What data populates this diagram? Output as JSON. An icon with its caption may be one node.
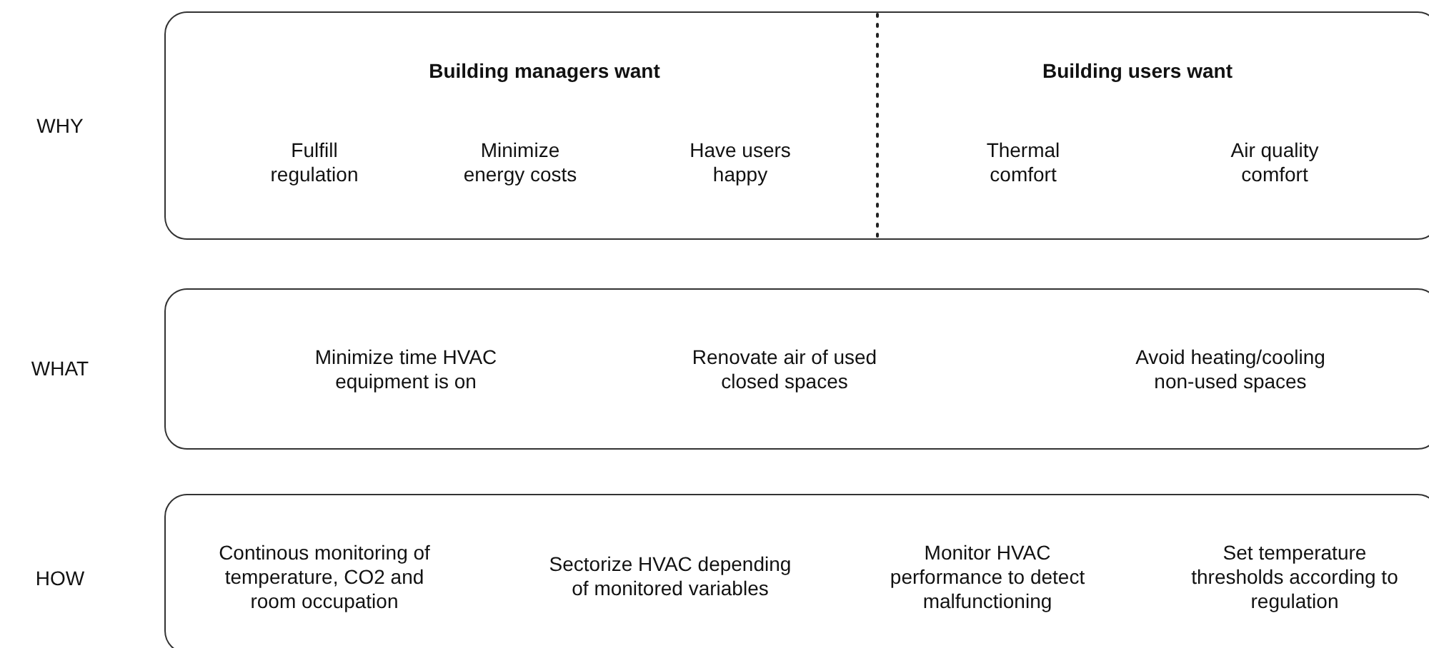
{
  "diagram": {
    "nodes": [
      {
        "text": [
          "Building managers want",
          "Fulfill regulation",
          "Minimize energy costs",
          "Have users happy",
          "Building users want",
          "Thermal comfort",
          "Air quality comfort"
        ]
      },
      {
        "text": [
          "Minimize time HVAC equipment is on",
          "Renovate air of used closed spaces",
          "Avoid heating/cooling non-used spaces"
        ]
      },
      {
        "text": [
          "Continous monitoring of temperature, CO2 and room occupation",
          "Sectorize HVAC depending of monitored variables",
          "Monitor HVAC performance to detect malfunctioning",
          "Set temperature thresholds according to regulation"
        ]
      }
    ],
    "labels": [
      "WHY",
      "WHAT",
      "HOW"
    ]
  }
}
